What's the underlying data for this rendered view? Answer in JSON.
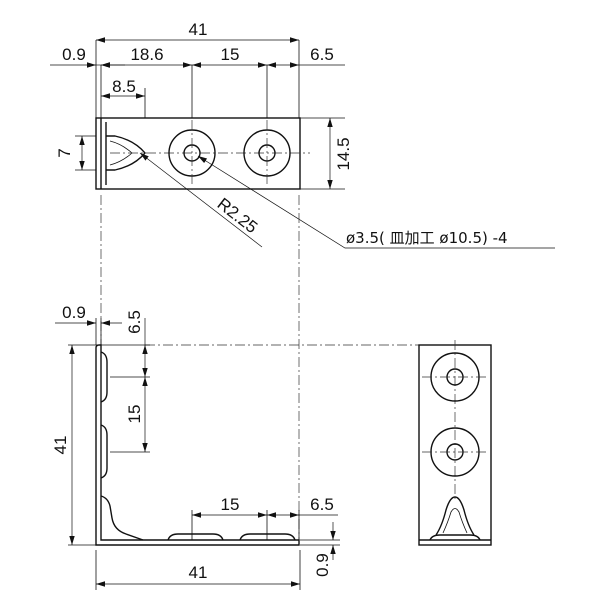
{
  "dimensions": {
    "top_overall_width": "41",
    "top_thickness": "0.9",
    "top_first_hole": "18.6",
    "top_hole_pitch": "15",
    "top_end_margin": "6.5",
    "top_slot_length": "8.5",
    "top_slot_width": "7",
    "top_height": "14.5",
    "top_radius": "R2.25",
    "front_thickness": "0.9",
    "front_vertical_margin": "6.5",
    "front_vertical_pitch": "15",
    "front_height": "41",
    "front_horizontal_pitch": "15",
    "front_horizontal_margin": "6.5",
    "front_width": "41",
    "front_bottom_thickness": "0.9"
  },
  "notes": {
    "hole_callout": "ø3.5( 皿加工 ø10.5) -4"
  }
}
